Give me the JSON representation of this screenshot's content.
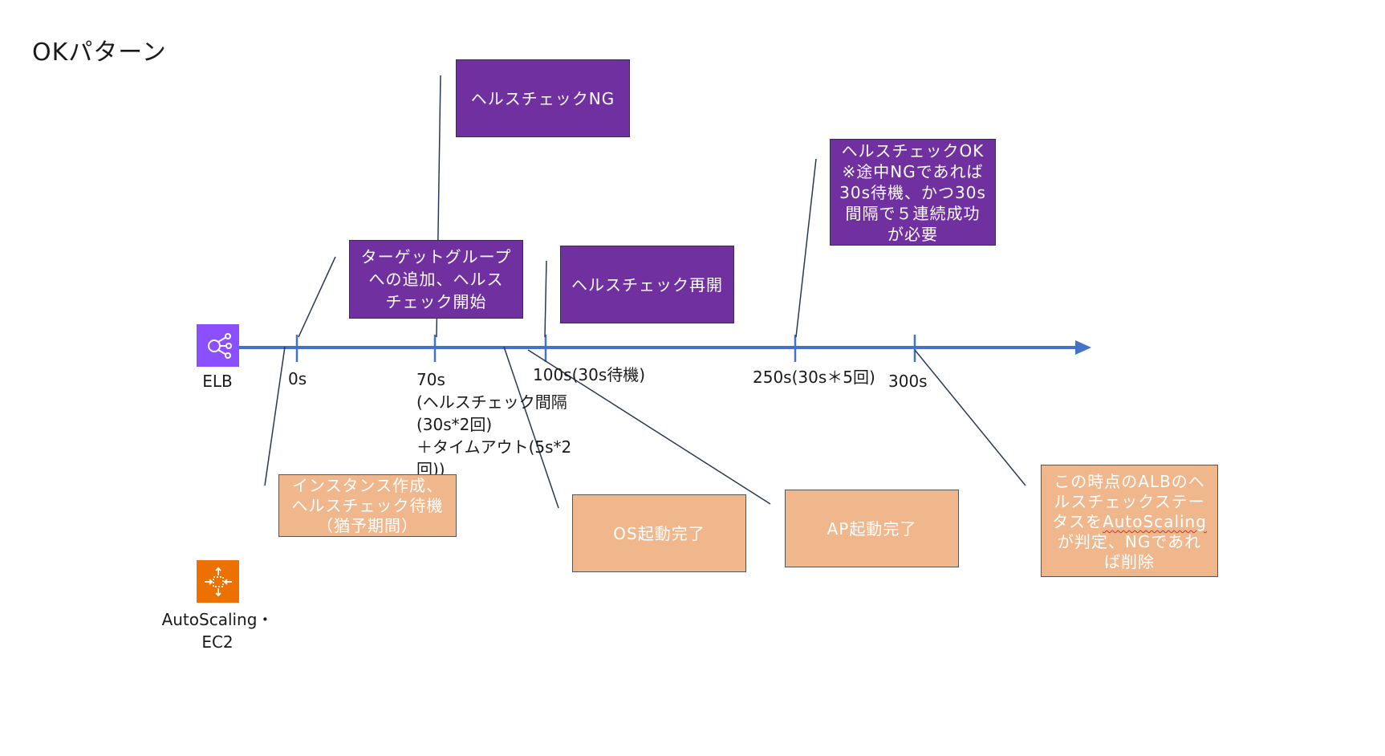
{
  "title": "OKパターン",
  "colors": {
    "axis": "#4472c4",
    "purple": "#7030a0",
    "orange": "#f0b78c",
    "elb": "#8c4fff",
    "ec2": "#ed7100"
  },
  "icons": {
    "elb": {
      "name": "elb-icon",
      "label": "ELB"
    },
    "autoscaling": {
      "name": "autoscaling-icon",
      "label": "AutoScaling・\nEC2"
    }
  },
  "ticks": [
    "0s",
    "70s\n(ヘルスチェック間隔\n(30s*2回)\n＋タイムアウト(5s*2\n回))",
    "100s(30s待機)",
    "250s(30s＊5回)",
    "300s"
  ],
  "boxes": {
    "healthcheck_ng": "ヘルスチェックNG",
    "target_group": "ターゲットグループ\nへの追加、ヘルス\nチェック開始",
    "healthcheck_resume": "ヘルスチェック再開",
    "healthcheck_ok": "ヘルスチェックOK\n※途中NGであれば\n30s待機、かつ30s\n間隔で５連続成功\nが必要",
    "instance_create": "インスタンス作成、\nヘルスチェック待機\n（猶予期間）",
    "os_boot": "OS起動完了",
    "ap_boot": "AP起動完了",
    "final_line1": "この時点のALBのヘ\nルスチェックステー\nタスを",
    "final_emph": "AutoScaling",
    "final_line2": "\nが判定、NGであれ\nば削除"
  }
}
